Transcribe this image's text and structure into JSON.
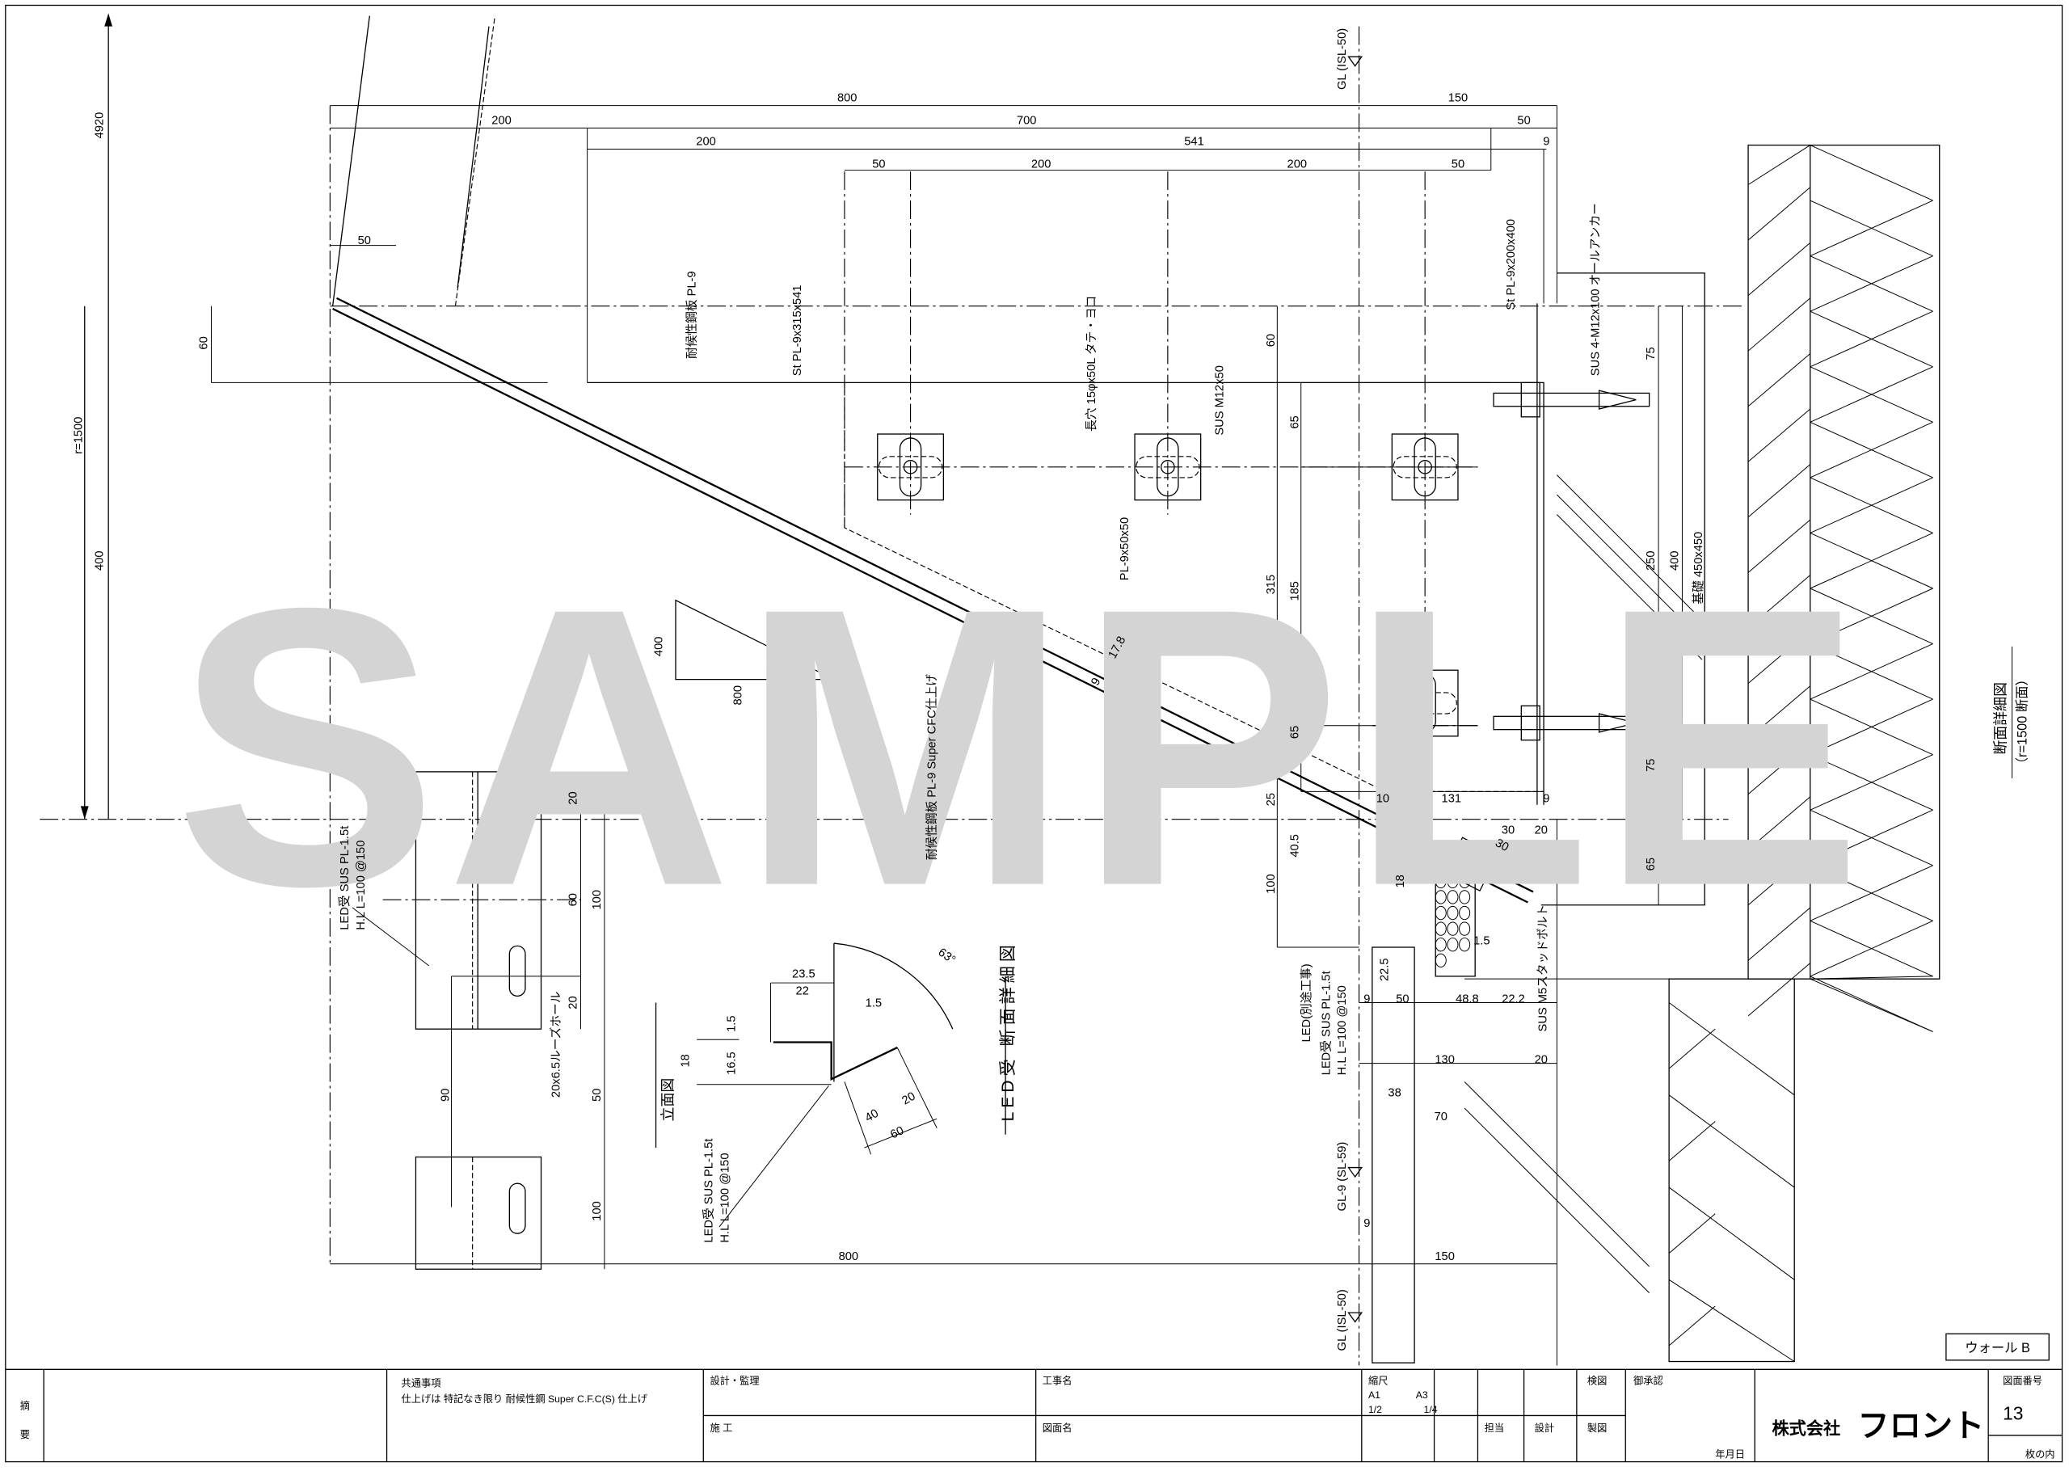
{
  "watermark": "SAMPLE",
  "dims": [
    "800",
    "150",
    "200",
    "700",
    "50",
    "200",
    "541",
    "9",
    "50",
    "200",
    "200",
    "50",
    "4920",
    "r=1500",
    "400",
    "60",
    "50",
    "60",
    "65",
    "315",
    "185",
    "65",
    "75",
    "250",
    "400",
    "75",
    "65",
    "25",
    "10",
    "131",
    "9",
    "30",
    "20",
    "40.5",
    "100",
    "18",
    "1.5",
    "9",
    "50",
    "48.8",
    "22.2",
    "130",
    "20",
    "38",
    "70",
    "9",
    "800",
    "150",
    "400",
    "800",
    "17.8",
    "9",
    "20",
    "60",
    "100",
    "20",
    "50",
    "90",
    "100",
    "23.5",
    "22",
    "1.5",
    "1.5",
    "16.5",
    "18",
    "63°",
    "40",
    "20",
    "60",
    "30",
    "22.5"
  ],
  "notes": {
    "weathering_plate": "耐候性鋼板 PL-9",
    "st_plate_main": "St PL-9x315x541",
    "slot_hole": "長穴 15φx50L タテ・ヨコ",
    "sus_bolt": "SUS M12x50",
    "washer_plate": "PL-9x50x50",
    "st_plate_base": "St PL-9x200x400",
    "anchor": "SUS 4-M12x100 オールアンカー",
    "foundation": "基礎 450x450",
    "beam_plate": "耐候性鋼板 PL-9 Super CFC仕上げ",
    "led_other_work": "LED(別途工事)",
    "led_bracket_1": "LED受 SUS PL-1.5t",
    "led_bracket_2": "H.L L=100 @150",
    "stud_bolt": "SUS M5スタッドボルト",
    "loose_hole": "20x6.5ルーズホール",
    "elevation_title": "立面図",
    "led_section_title": "LED受  断面詳細図",
    "gl_top": "GL (ISL-50)",
    "gl_mid": "GL-9 (SL-59)",
    "gl_bottom": "GL (ISL-50)",
    "section_title": "断面詳細図",
    "section_sub": "（r=1500 断面）",
    "wall_tag": "ウォール B"
  },
  "title_block": {
    "summary_1": "摘",
    "summary_2": "要",
    "common_heading": "共通事項",
    "common_text": "仕上げは 特記なき限り 耐候性鋼 Super C.F.C(S) 仕上げ",
    "design_supervision": "設計・監理",
    "construction": "施 工",
    "project_name": "工事名",
    "drawing_name": "図面名",
    "scale_label": "縮尺",
    "scale_a1": "A1",
    "scale_a3": "A3",
    "scale_a1_value": "1/2",
    "scale_a3_value": "1/4",
    "in_charge": "担当",
    "design": "設計",
    "drafting": "製図",
    "checked": "検図",
    "approval": "御承認",
    "date": "年月日",
    "company_prefix": "株式会社",
    "company_name": "フロント",
    "drawing_number_label": "図面番号",
    "drawing_number": "13",
    "sheets_of": "枚の内"
  }
}
